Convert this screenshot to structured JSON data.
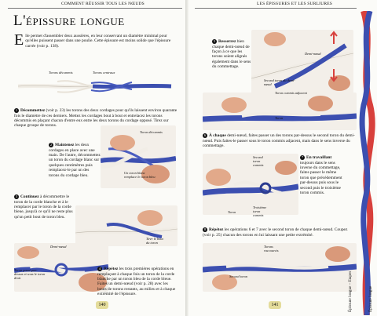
{
  "header": {
    "left_running_title": "Comment réussir tous les nœuds",
    "right_running_title": "Les épissures et les surliures"
  },
  "left_page": {
    "title": "L'épissure longue",
    "intro_dropcap": "E",
    "intro_text": "lle permet d'assembler deux aussières, en leur conservant un diamètre minimal pour qu'elles puissent passer dans une poulie. Cette épissure est moins solide que l'épissure carrée (voir p. 138).",
    "labels": {
      "torons_decommis": "Torons décommis",
      "torons_centraux": "Torons centraux",
      "toron_decommis": "Toron décommis",
      "un_toron_blanc": "Un toron blanc remplace le toron bleu",
      "demi_noeud": "Demi-nœud",
      "tirer_bout": "Tirer le bout du toron",
      "toron_passe": "Toron passé par-dessus et sous le toron droit"
    },
    "steps": [
      {
        "number": "1",
        "lead": "Décommettez",
        "text": " (voir p. 23) les torons des deux cordages pour qu'ils laissent environ quarante fois le diamètre de ces derniers. Mettez les cordages bout à bout et entrelacez les torons décommis en plaçant chacun d'entre eux entre les deux torons du cordage opposé. Tirez sur chaque groupe de torons."
      },
      {
        "number": "2",
        "lead": "Maintenez",
        "text": " les deux cordages en place avec une main. De l'autre, décommettez un toron du cordage blanc sur quelques centimètres puis remplacez-le par un des torons du cordage bleu."
      },
      {
        "number": "3",
        "lead": "Continuez",
        "text": " à décommettre le toron de la corde blanche et à le remplacer par le toron de la corde bleue, jusqu'à ce qu'il ne reste plus qu'un petit bout de toron bleu."
      },
      {
        "number": "4",
        "lead": "Répétez",
        "text": " les trois premières opérations en remplaçant à chaque fois un toron de la corde blanche par un toron bleu de la corde bleue. Faites un demi-nœud (voir p. 28) avec les bouts de torons restants, au milieu et à chaque extrémité de l'épissure."
      }
    ],
    "page_number": "140"
  },
  "right_page": {
    "labels": {
      "demi_noeud": "Demi-nœud",
      "second_toron": "Second toron du demi-nœud",
      "toron_commis": "Toron commis adjacent",
      "toron": "Toron",
      "second_toron_commis": "Second toron commis",
      "troisieme_toron": "Troisième toron commis",
      "torons_raccourcis": "Torons raccourcis",
      "second_toron_2": "Second toron"
    },
    "steps": [
      {
        "number": "5",
        "lead": "Resserrez",
        "text": " bien chaque demi-nœud de façon à ce que les torons soient alignés également dans le sens du commettage."
      },
      {
        "number": "6",
        "lead": "À chaque",
        "text": " demi-nœud, faites passer un des torons par-dessus le second toron du demi-nœud. Puis faites-le passer sous le toron commis adjacent, mais dans le sens inverse du commettage."
      },
      {
        "number": "7",
        "lead": "En travaillant",
        "text": " toujours dans le sens inverse du commettage, faites passer le même toron que précédemment par-dessus puis sous le second puis le troisième toron commis."
      },
      {
        "number": "8",
        "lead": "Répétez",
        "text": " les opérations 6 et 7 avec le second toron de chaque demi-nœud. Coupez (voir p. 25) chacun des torons en lui laissant une petite extrémité."
      }
    ],
    "page_number": "141",
    "side_label_1": "Épissure longue – Etapes",
    "side_label_2": "Épissure longue"
  },
  "colors": {
    "rope_blue": "#3c4fb0",
    "rope_red": "#d8403c",
    "rope_white": "#f1ede6",
    "folio_tab": "#e4dc9b"
  }
}
